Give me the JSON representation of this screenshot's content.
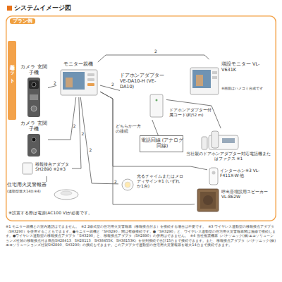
{
  "diagram": {
    "title": "システムイメージ図",
    "nodes": [
      {
        "text": [
          "プラン例"
        ]
      },
      {
        "text": [
          "基本セット"
        ],
        "in": 0
      },
      {
        "text": [
          "カメラ 玄関子機"
        ],
        "in": 0
      },
      {
        "text": [
          "モニター親機"
        ],
        "in": 0
      },
      {
        "text": [
          "ドアホンアダプター VE-DA10-H (VE-DA10)"
        ],
        "in": 0
      },
      {
        "text": [
          "電話回線 (アナログ回線)"
        ],
        "in": 0
      },
      {
        "text": [
          "増設モニター VL-V631K",
          "※画面はハメコミ合成です"
        ],
        "in": 0
      },
      {
        "text": [
          "当社製のドアホンアダプター対応電話機またはファクス ※1"
        ],
        "in": 0
      },
      {
        "text": [
          "インターホン※3 VL-F411X-W 他"
        ],
        "in": 0
      },
      {
        "text": [
          "呼出音増設用スピーカー VL-862W"
        ],
        "in": 0
      },
      {
        "text": [
          "光るチャイムまたはメロディサイン※1 (いずれか1台)"
        ],
        "in": 0
      },
      {
        "text": [
          "カメラ 玄関子機"
        ],
        "in": 0
      },
      {
        "text": [
          "移報接点アダプタ SH2890 ※2※3"
        ],
        "in": 0
      },
      {
        "text": [
          "住宅用火災警報器",
          "(連動型最大14台※4)"
        ],
        "in": 0
      }
    ],
    "edges": [
      {
        "from": 3,
        "to": 2,
        "arrow": "none",
        "label": "2"
      },
      {
        "from": 3,
        "to": 4,
        "arrow": "none",
        "label": "2"
      },
      {
        "from": 3,
        "to": 6,
        "arrow": "none",
        "label": "2"
      },
      {
        "from": 4,
        "to": 7,
        "arrow": "none"
      },
      {
        "from": 4,
        "to": 5,
        "arrow": "none"
      },
      {
        "from": 3,
        "to": 11,
        "arrow": "none",
        "label": "2"
      },
      {
        "from": 3,
        "to": 12,
        "arrow": "none",
        "label": "2"
      },
      {
        "from": 12,
        "to": 13,
        "arrow": "none"
      },
      {
        "from": 3,
        "to": 10,
        "arrow": "none",
        "label": "2"
      },
      {
        "from": 3,
        "to": 8,
        "arrow": "none"
      },
      {
        "from": 3,
        "to": 9,
        "arrow": "none",
        "label": "2"
      }
    ],
    "labels": [
      "ドアホンアダプター付属コード(約52 m)",
      "どちらか一方の接続",
      "※設置する際は電源(AC100 V)が必要です。",
      "※1 モニター親機との室内通話はできません。",
      "※2 2線式型の住宅用火災警報器（移報接点付き）を接続する場合は不要です。",
      "※3 ワイヤレス連動型の移報接点アダプタ（SH3290）を使用することもできます。●モニター親機と「SH3290」間は有線接続です。●「SH3290」と、ワイヤレス連動型の住宅用火災警報器間は無線で接続します。●ワイヤレス連動型の移報接点アダプタ「SH3290」と、移報接点アダプタ（SH2890）の併用はできません。",
      "※4 当社推奨機器（パナソニック(株)エコソリューションズ社製の移報接点付き商品SH28413、SH28113、SH38455K、SH38153K）を並列接続で合計15台まで接続できます。また、移報接点アダプタ（パナソニック(株)エコソリューションズ社製SH2890、SH3290）の接続もできます。このアダプタで連動型の住宅用火災警報器を最大14台まで接続できます。"
    ]
  }
}
